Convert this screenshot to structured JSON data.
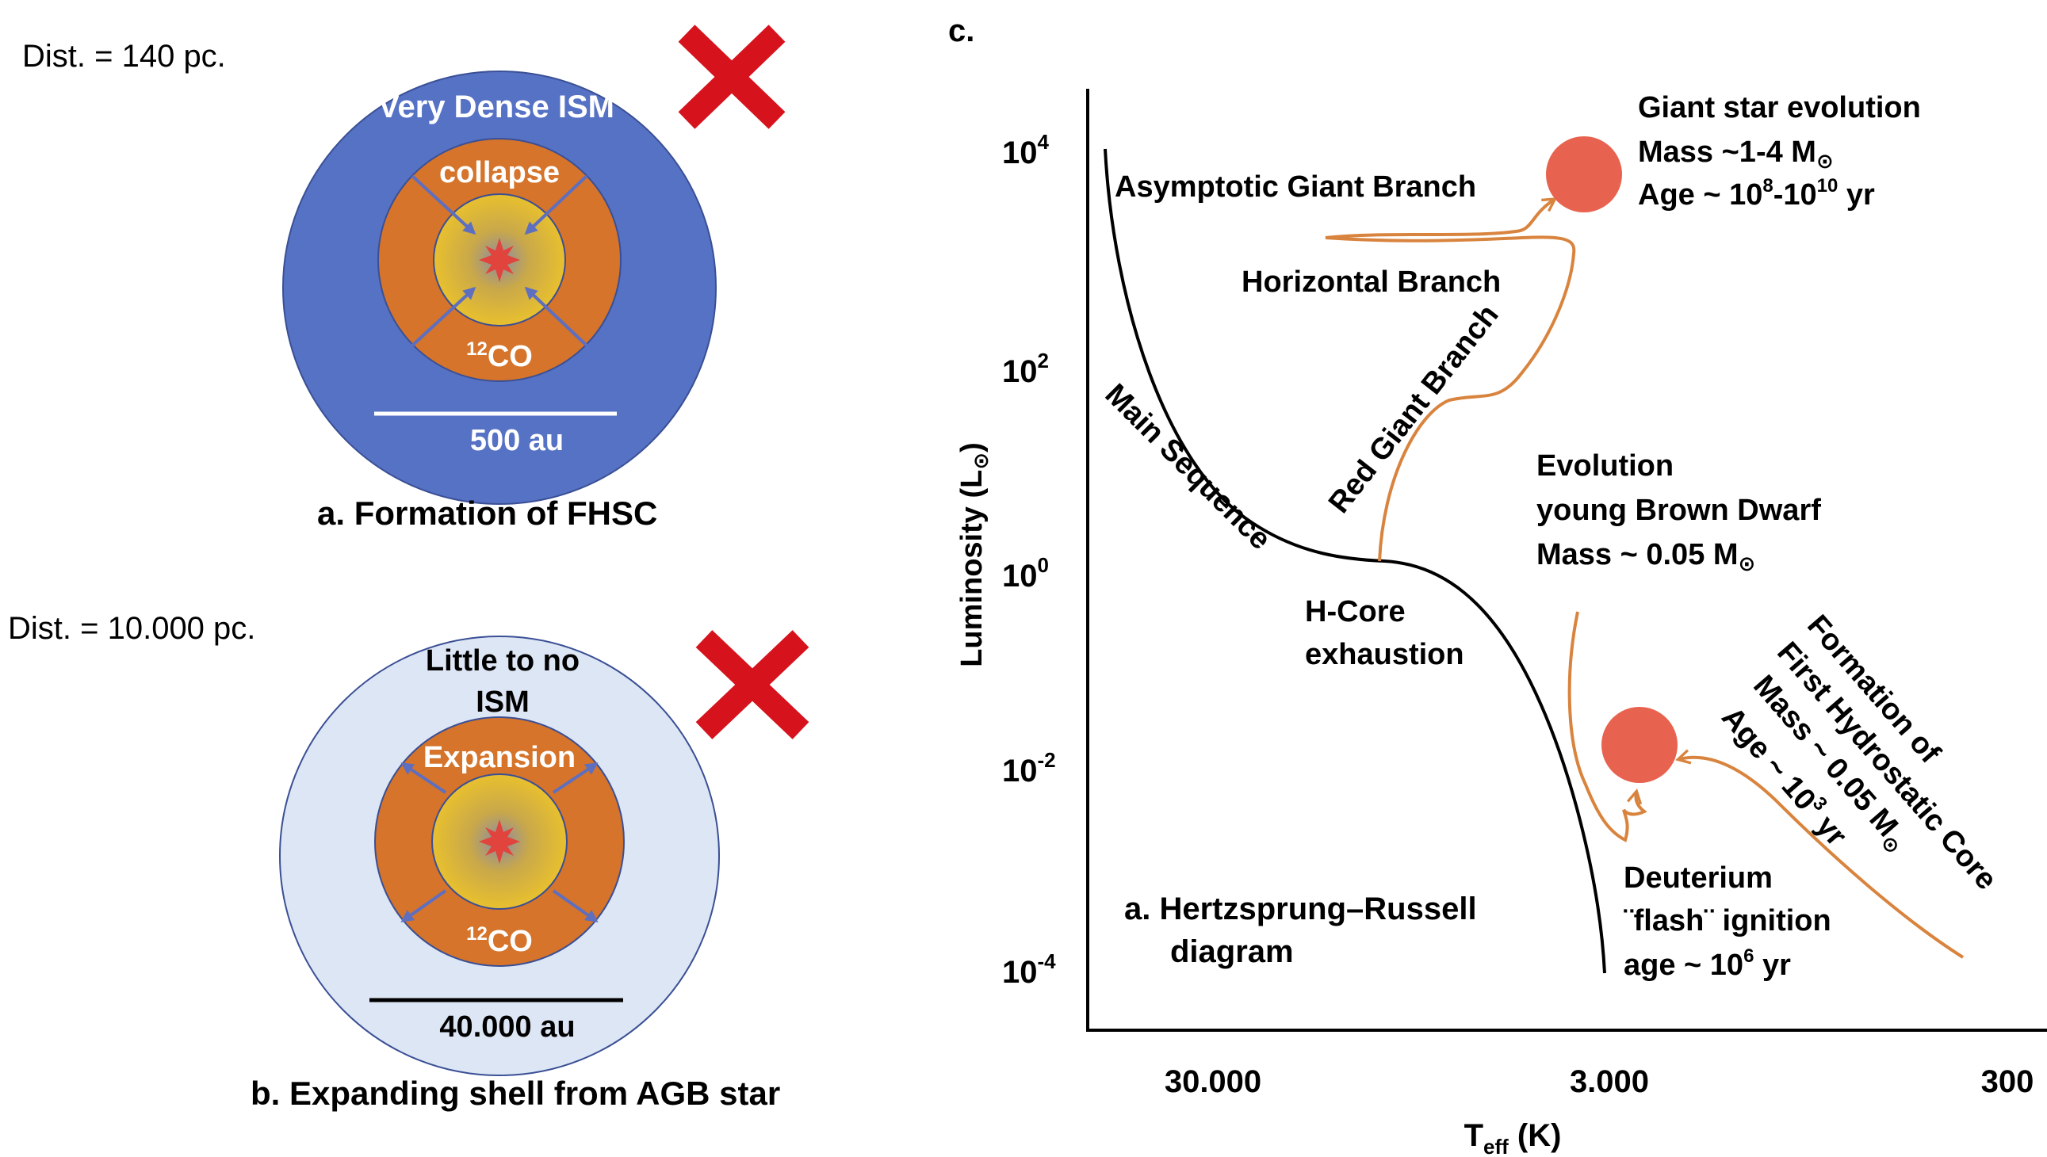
{
  "panel_a": {
    "distance": "Dist. = 140 pc.",
    "medium": "Very Dense ISM",
    "motion": "collapse",
    "molecule_sup": "12",
    "molecule": "CO",
    "scale": "500 au",
    "caption": "a.  Formation of FHSC",
    "colors": {
      "ism": "#5672c4",
      "shell": "#d5742a",
      "core": "#e8c02e",
      "mark": "#d6131d"
    }
  },
  "panel_b": {
    "distance": "Dist. = 10.000 pc.",
    "medium_line1": "Little to no",
    "medium_line2": "ISM",
    "motion": "Expansion",
    "molecule_sup": "12",
    "molecule": "CO",
    "scale": "40.000 au",
    "caption": "b. Expanding shell from AGB star",
    "colors": {
      "ism": "#dde6f4",
      "shell": "#d5742a",
      "core": "#e8c02e",
      "mark": "#d6131d"
    }
  },
  "panel_c": {
    "letter": "c.",
    "y_axis": {
      "label": "Luminosity (L",
      "sun": "⊙",
      "close": ")"
    },
    "y_ticks": [
      {
        "base": "10",
        "exp": "4"
      },
      {
        "base": "10",
        "exp": "2"
      },
      {
        "base": "10",
        "exp": "0"
      },
      {
        "base": "10",
        "exp": "-2"
      },
      {
        "base": "10",
        "exp": "-4"
      }
    ],
    "x_axis": {
      "label": "T",
      "sub": "eff",
      "unit": " (K)"
    },
    "x_ticks": [
      "30.000",
      "3.000",
      "300"
    ],
    "labels": {
      "agb": "Asymptotic Giant Branch",
      "hb": "Horizontal Branch",
      "rgb": "Red Giant Branch",
      "ms": "Main Sequence",
      "hcore1": "H-Core",
      "hcore2": "exhaustion",
      "giant1": "Giant star evolution",
      "giant2": "Mass ~1-4 M",
      "giant3a": "Age ~ 10",
      "giant3b": "8",
      "giant3c": "-10",
      "giant3d": "10",
      "giant3e": " yr",
      "bd1": "Evolution",
      "bd2": "young Brown Dwarf",
      "bd3": "Mass ~ 0.05 M",
      "deut1": "Deuterium",
      "deut2": "¨flash¨ ignition",
      "deut3a": "age ~ 10",
      "deut3b": "6",
      "deut3c": " yr",
      "fhsc1": "Formation of",
      "fhsc2": "First Hydrostatic Core",
      "fhsc3": "Mass ~ 0.05 M",
      "fhsc4a": "Age ~ 10",
      "fhsc4b": "3",
      "fhsc4c": " yr",
      "hr1": "a. Hertzsprung–Russell",
      "hr2": "diagram",
      "sun": "⊙"
    },
    "colors": {
      "track": "#d9843e",
      "star": "#e8634f",
      "axis": "#000000"
    }
  }
}
